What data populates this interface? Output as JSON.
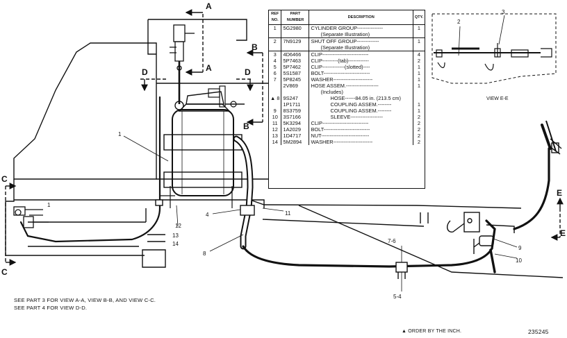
{
  "parts_table": {
    "headers": {
      "ref": "REF NO.",
      "part": "PART NUMBER",
      "desc": "DESCRIPTION",
      "qty": "QTY."
    },
    "rows": [
      {
        "ref": "1",
        "part": "5G2980",
        "desc": "CYLINDER GROUP---------------",
        "qty": "1",
        "group": true
      },
      {
        "ref": "",
        "part": "",
        "desc": "(Separate Illustration)",
        "qty": "",
        "indent": 1
      },
      {
        "ref": "2",
        "part": "7N9129",
        "desc": "SHUT OFF GROUP-------------",
        "qty": "1",
        "group": true
      },
      {
        "ref": "",
        "part": "",
        "desc": "(Separate Illustration)",
        "qty": "",
        "indent": 1
      },
      {
        "ref": "3",
        "part": "4D6466",
        "desc": "CLIP---------------------------",
        "qty": "4",
        "group": true
      },
      {
        "ref": "4",
        "part": "5P7463",
        "desc": "CLIP---------(tab)------------",
        "qty": "2"
      },
      {
        "ref": "5",
        "part": "5P7462",
        "desc": "CLIP-------------(slotted)----",
        "qty": "1"
      },
      {
        "ref": "6",
        "part": "5S1587",
        "desc": "BOLT---------------------------",
        "qty": "1"
      },
      {
        "ref": "7",
        "part": "5P8245",
        "desc": "WASHER-----------------------",
        "qty": "1"
      },
      {
        "ref": "",
        "part": "2V869",
        "desc": "HOSE ASSEM.-------------------",
        "qty": "1"
      },
      {
        "ref": "",
        "part": "",
        "desc": "(Includes)",
        "qty": "",
        "indent": 1
      },
      {
        "ref": "▲ 8",
        "part": "9S247",
        "desc": "HOSE------84.05 in. (213.5 cm)",
        "qty": "",
        "indent": 2
      },
      {
        "ref": "",
        "part": "1P1711",
        "desc": "COUPLING ASSEM.--------",
        "qty": "1",
        "indent": 2
      },
      {
        "ref": "9",
        "part": "8S3759",
        "desc": "COUPLING ASSEM.--------",
        "qty": "1",
        "indent": 2
      },
      {
        "ref": "10",
        "part": "3S7166",
        "desc": "SLEEVE-------------------",
        "qty": "2",
        "indent": 2
      },
      {
        "ref": "11",
        "part": "5K3294",
        "desc": "CLIP---------------------------",
        "qty": "2"
      },
      {
        "ref": "12",
        "part": "1A2029",
        "desc": "BOLT---------------------------",
        "qty": "2"
      },
      {
        "ref": "13",
        "part": "1D4717",
        "desc": "NUT----------------------------",
        "qty": "2"
      },
      {
        "ref": "14",
        "part": "5M2894",
        "desc": "WASHER-----------------------",
        "qty": "2"
      }
    ]
  },
  "view_labels": {
    "a": "A",
    "b": "B",
    "c": "C",
    "d": "D",
    "e": "E",
    "view_e_title": "VIEW E-E"
  },
  "callouts": {
    "c1": "1",
    "c2": "2",
    "c3": "3",
    "c4": "4",
    "c8": "8",
    "c9": "9",
    "c10": "10",
    "c11": "11",
    "c13": "13",
    "c14": "14",
    "c5_4": "5-4",
    "c7_6": "7-6",
    "c12": "12"
  },
  "notes": {
    "line1": "SEE PART 3 FOR VIEW A-A, VIEW B-B, AND VIEW C-C.",
    "line2": "SEE PART 4 FOR VIEW D-D.",
    "order": "▲ ORDER BY THE INCH.",
    "illus_no": "235245"
  }
}
